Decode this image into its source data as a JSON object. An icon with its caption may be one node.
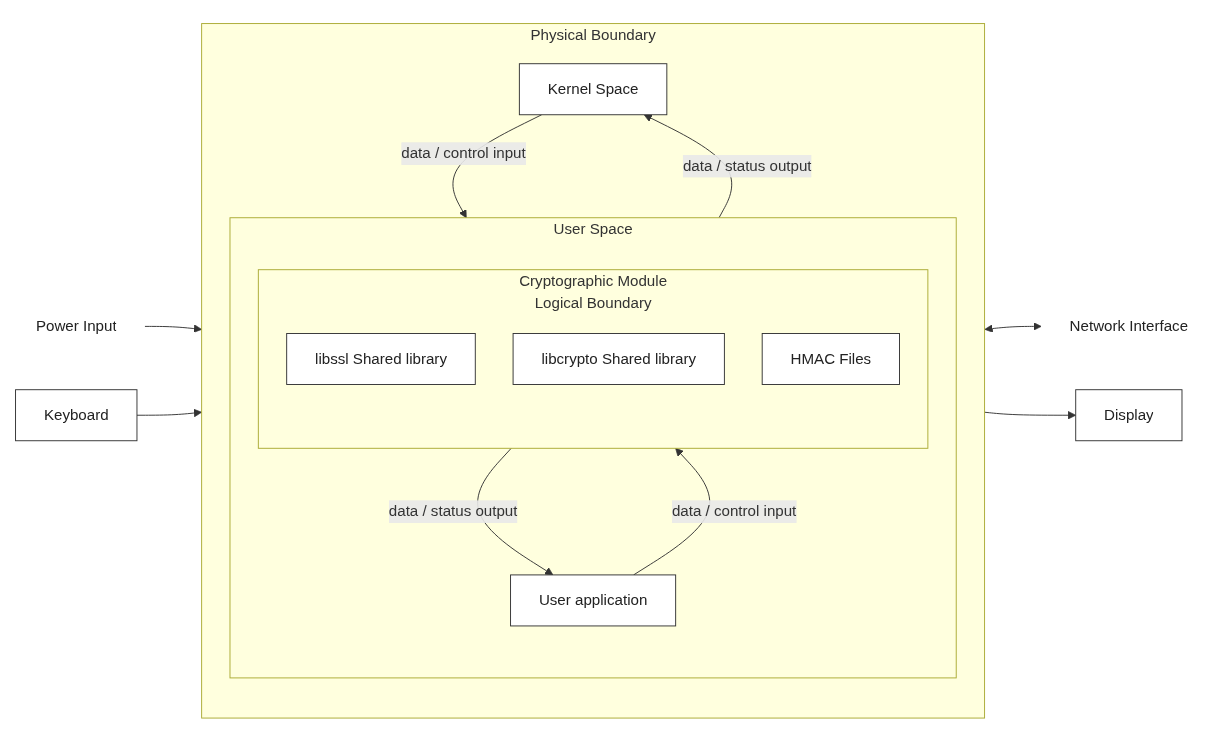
{
  "diagram": {
    "nodes": [
      {
        "text": [
          "Physical Boundary"
        ]
      },
      {
        "text": [
          "Kernel Space"
        ],
        "in": 0
      },
      {
        "text": [
          "User Space"
        ],
        "in": 0
      },
      {
        "text": [
          "Cryptographic Module",
          "Logical Boundary"
        ],
        "in": 2
      },
      {
        "text": [
          "libssl Shared library"
        ],
        "in": 3
      },
      {
        "text": [
          "libcrypto Shared library"
        ],
        "in": 3
      },
      {
        "text": [
          "HMAC Files"
        ],
        "in": 3
      },
      {
        "text": [
          "User application"
        ],
        "in": 2
      },
      {
        "text": [
          "Power Input"
        ]
      },
      {
        "text": [
          "Network Interface"
        ]
      },
      {
        "text": [
          "Display"
        ]
      },
      {
        "text": [
          "Keyboard"
        ]
      }
    ],
    "edges": [
      {
        "from": 1,
        "to": 2,
        "arrow": "to",
        "label": "data / control input"
      },
      {
        "from": 2,
        "to": 1,
        "arrow": "to",
        "label": "data / status output"
      },
      {
        "from": 7,
        "to": 3,
        "arrow": "to",
        "label": "data / control input"
      },
      {
        "from": 3,
        "to": 7,
        "arrow": "to",
        "label": "data / status output"
      },
      {
        "from": 8,
        "to": 0,
        "arrow": "to"
      },
      {
        "from": 0,
        "to": 9,
        "arrow": "both"
      },
      {
        "from": 0,
        "to": 10,
        "arrow": "to"
      },
      {
        "from": 11,
        "to": 0,
        "arrow": "to"
      }
    ]
  }
}
